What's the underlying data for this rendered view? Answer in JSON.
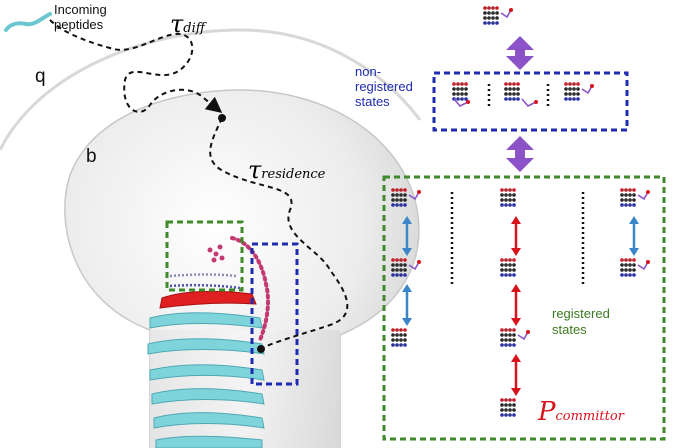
{
  "labels": {
    "incoming_line1": "Incoming",
    "incoming_line2": "peptides",
    "q": "q",
    "b": "b",
    "tau_symbol": "τ",
    "tau_diff_sub": "diff",
    "tau_residence_sub": "residence",
    "nonregistered_line1": "non-",
    "nonregistered_line2": "registered",
    "nonregistered_line3": "states",
    "registered_line1": "registered",
    "registered_line2": "states",
    "p_symbol": "P",
    "p_sub": "committor"
  },
  "colors": {
    "green_box": "#3f8a2a",
    "blue_box": "#1f2bb0",
    "purple_arrow": "#8c52c7",
    "red_arrow": "#d7141e",
    "blue_arrow": "#3a86c9",
    "fibril": "#7fd4dc",
    "red_sheet": "#e02020",
    "bulb": "#dcdcdc"
  },
  "icons": [
    "peptide-grid-icon",
    "double-arrow-icon",
    "fibril-strand-icon",
    "walk-path-icon"
  ]
}
